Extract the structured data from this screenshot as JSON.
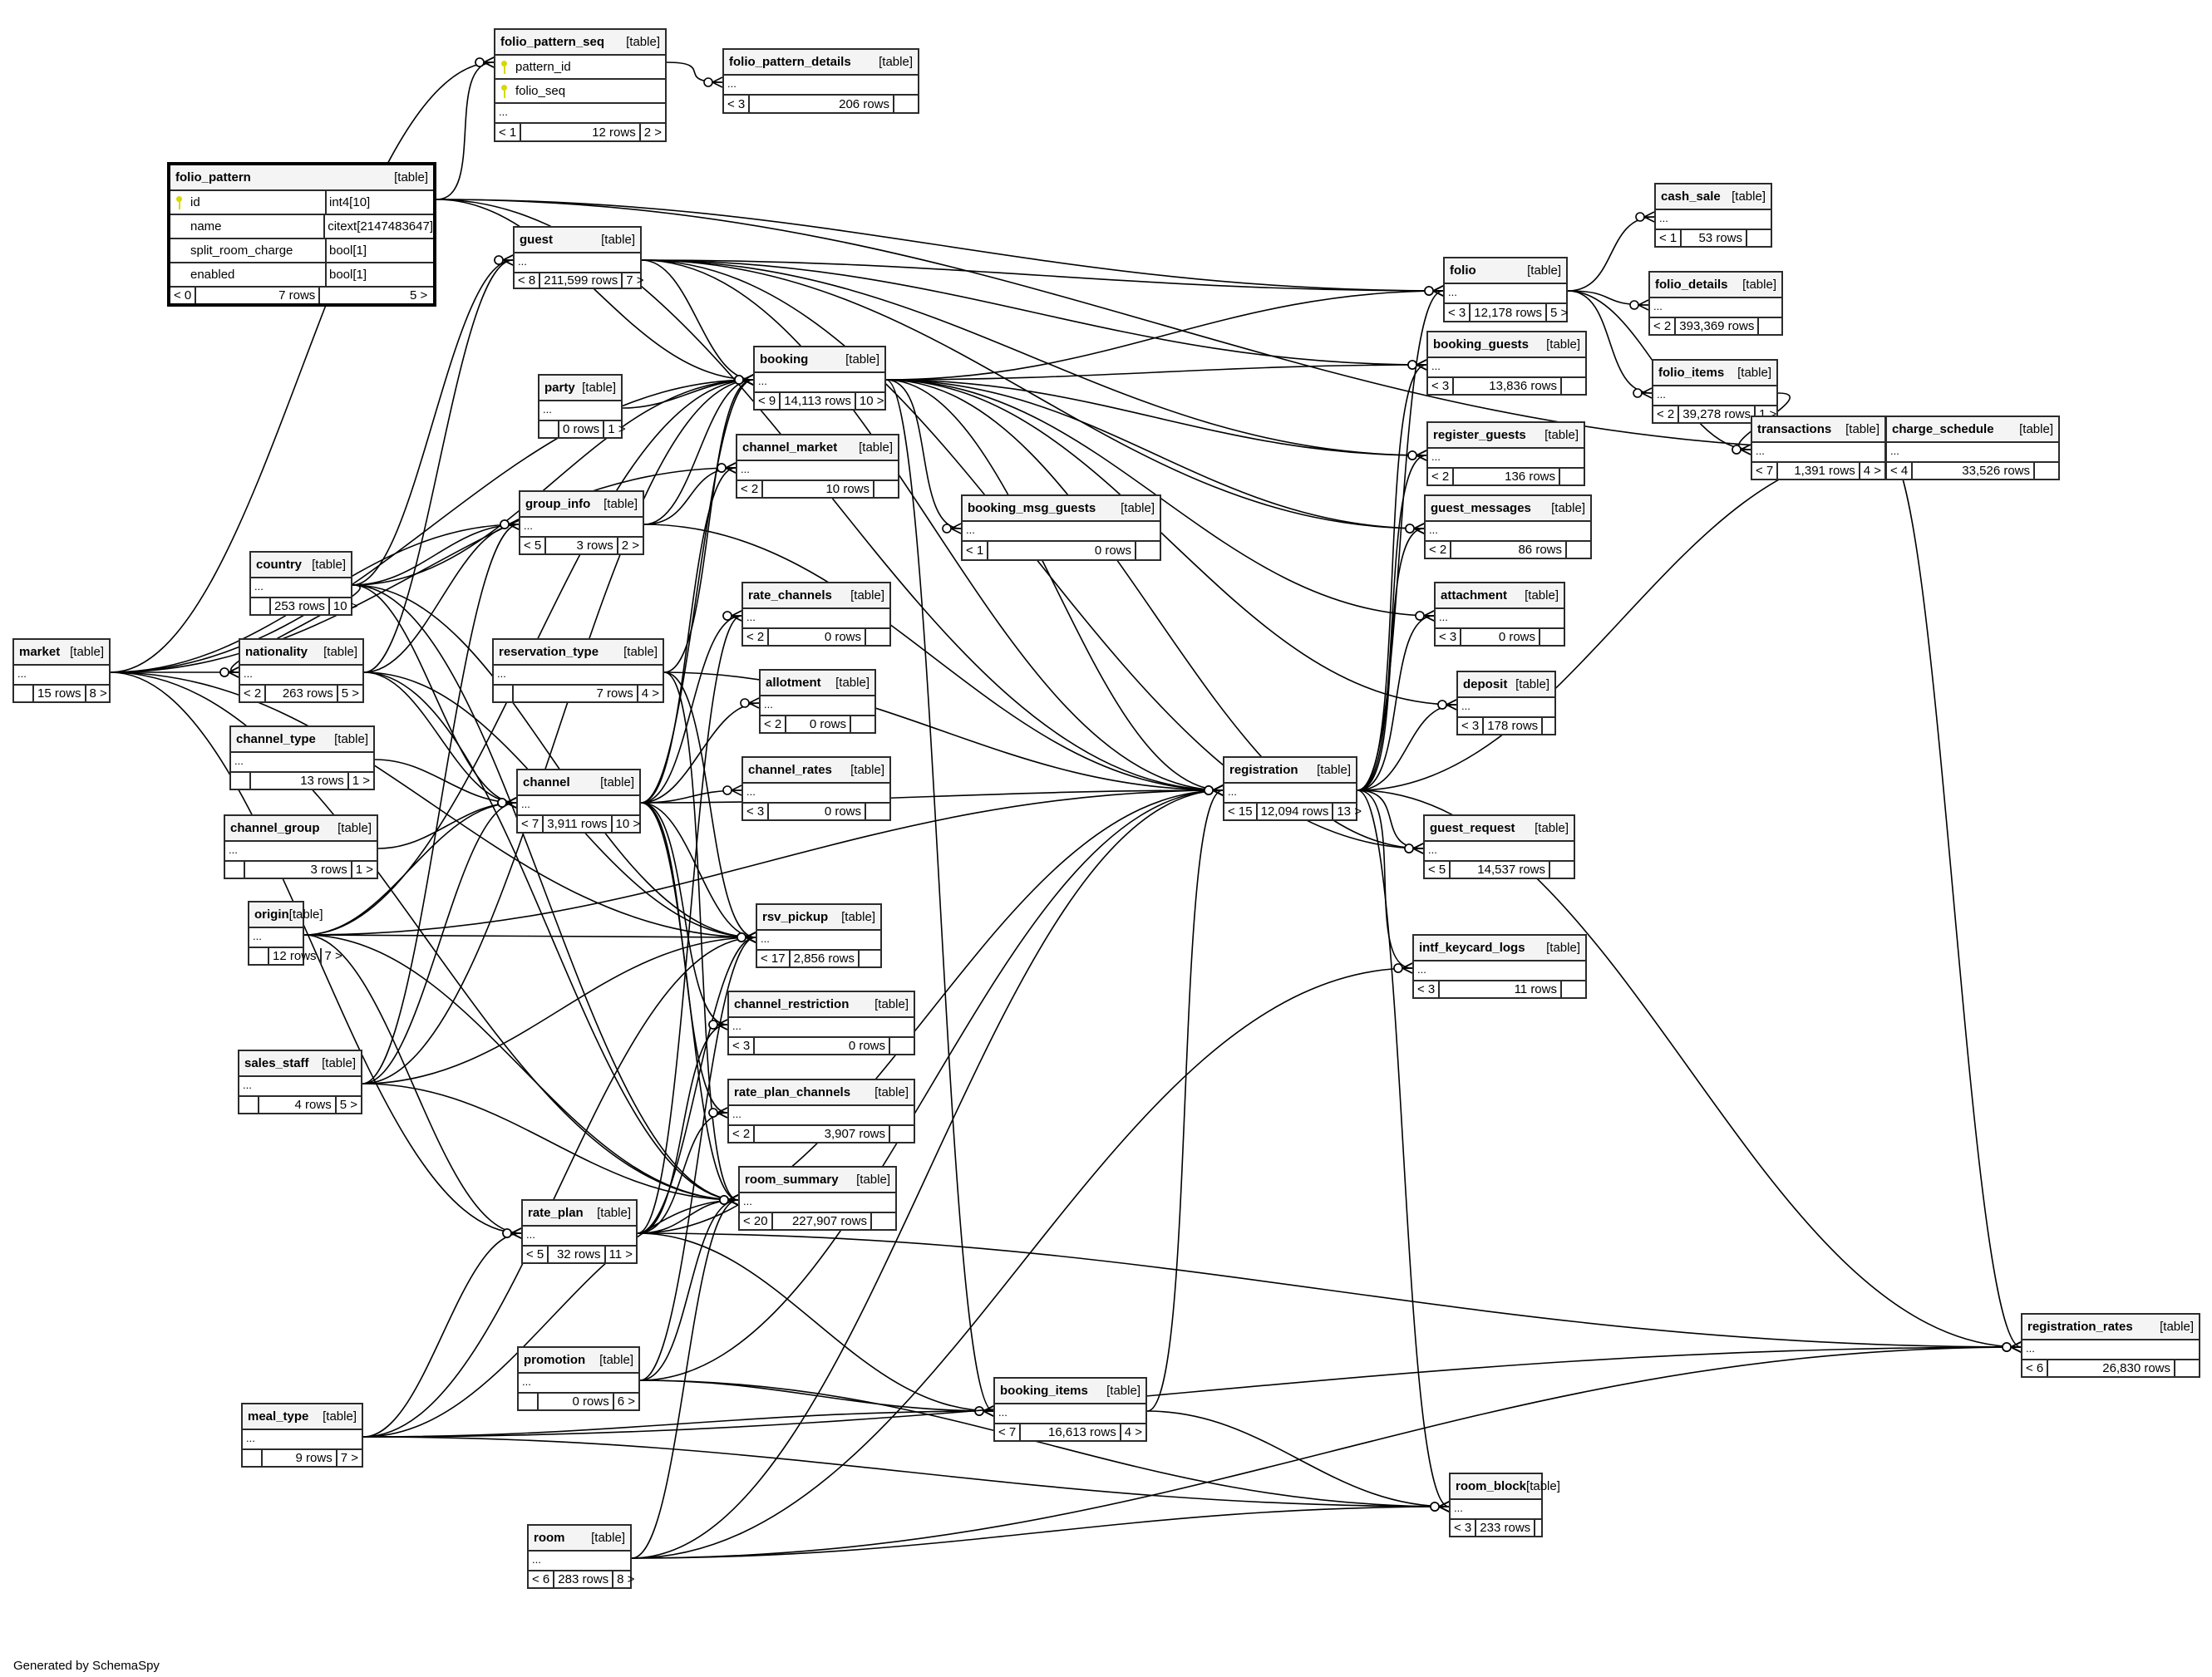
{
  "footer": "Generated by SchemaSpy",
  "colors": {
    "key_icon": "#d8d800",
    "header_bg": "#f4f4f4",
    "border": "#2b2b2b"
  },
  "tables": [
    {
      "id": "folio_pattern_seq",
      "name": "folio_pattern_seq",
      "kind": "[table]",
      "columns": [
        {
          "name": "pattern_id",
          "type": "",
          "pk": true
        },
        {
          "name": "folio_seq",
          "type": "",
          "pk": true
        }
      ],
      "ellipsis": "...",
      "parents": "< 1",
      "rows": "12 rows",
      "children": "2 >"
    },
    {
      "id": "folio_pattern_details",
      "name": "folio_pattern_details",
      "kind": "[table]",
      "ellipsis": "...",
      "parents": "< 3",
      "rows": "206 rows",
      "children": ""
    },
    {
      "id": "folio_pattern",
      "name": "folio_pattern",
      "kind": "[table]",
      "focus": true,
      "columns": [
        {
          "name": "id",
          "type": "int4[10]",
          "pk": true
        },
        {
          "name": "name",
          "type": "citext[2147483647]",
          "pk": false
        },
        {
          "name": "split_room_charge",
          "type": "bool[1]",
          "pk": false
        },
        {
          "name": "enabled",
          "type": "bool[1]",
          "pk": false
        }
      ],
      "parents": "< 0",
      "rows": "7 rows",
      "children": "5 >"
    },
    {
      "id": "guest",
      "name": "guest",
      "kind": "[table]",
      "ellipsis": "...",
      "parents": "< 8",
      "rows": "211,599 rows",
      "children": "7 >"
    },
    {
      "id": "party",
      "name": "party",
      "kind": "[table]",
      "ellipsis": "...",
      "parents": "",
      "rows": "0 rows",
      "children": "1 >"
    },
    {
      "id": "booking",
      "name": "booking",
      "kind": "[table]",
      "ellipsis": "...",
      "parents": "< 9",
      "rows": "14,113 rows",
      "children": "10 >"
    },
    {
      "id": "channel_market",
      "name": "channel_market",
      "kind": "[table]",
      "ellipsis": "...",
      "parents": "< 2",
      "rows": "10 rows",
      "children": ""
    },
    {
      "id": "group_info",
      "name": "group_info",
      "kind": "[table]",
      "ellipsis": "...",
      "parents": "< 5",
      "rows": "3 rows",
      "children": "2 >"
    },
    {
      "id": "booking_msg_guests",
      "name": "booking_msg_guests",
      "kind": "[table]",
      "ellipsis": "...",
      "parents": "< 1",
      "rows": "0 rows",
      "children": ""
    },
    {
      "id": "country",
      "name": "country",
      "kind": "[table]",
      "ellipsis": "...",
      "parents": "",
      "rows": "253 rows",
      "children": "10 >"
    },
    {
      "id": "rate_channels",
      "name": "rate_channels",
      "kind": "[table]",
      "ellipsis": "...",
      "parents": "< 2",
      "rows": "0 rows",
      "children": ""
    },
    {
      "id": "market",
      "name": "market",
      "kind": "[table]",
      "ellipsis": "...",
      "parents": "",
      "rows": "15 rows",
      "children": "8 >"
    },
    {
      "id": "nationality",
      "name": "nationality",
      "kind": "[table]",
      "ellipsis": "...",
      "parents": "< 2",
      "rows": "263 rows",
      "children": "5 >"
    },
    {
      "id": "reservation_type",
      "name": "reservation_type",
      "kind": "[table]",
      "ellipsis": "...",
      "parents": "",
      "rows": "7 rows",
      "children": "4 >"
    },
    {
      "id": "allotment",
      "name": "allotment",
      "kind": "[table]",
      "ellipsis": "...",
      "parents": "< 2",
      "rows": "0 rows",
      "children": ""
    },
    {
      "id": "channel_type",
      "name": "channel_type",
      "kind": "[table]",
      "ellipsis": "...",
      "parents": "",
      "rows": "13 rows",
      "children": "1 >"
    },
    {
      "id": "channel",
      "name": "channel",
      "kind": "[table]",
      "ellipsis": "...",
      "parents": "< 7",
      "rows": "3,911 rows",
      "children": "10 >"
    },
    {
      "id": "channel_rates",
      "name": "channel_rates",
      "kind": "[table]",
      "ellipsis": "...",
      "parents": "< 3",
      "rows": "0 rows",
      "children": ""
    },
    {
      "id": "channel_group",
      "name": "channel_group",
      "kind": "[table]",
      "ellipsis": "...",
      "parents": "",
      "rows": "3 rows",
      "children": "1 >"
    },
    {
      "id": "origin",
      "name": "origin",
      "kind": "[table]",
      "ellipsis": "...",
      "parents": "",
      "rows": "12 rows",
      "children": "7 >"
    },
    {
      "id": "rsv_pickup",
      "name": "rsv_pickup",
      "kind": "[table]",
      "ellipsis": "...",
      "parents": "< 17",
      "rows": "2,856 rows",
      "children": ""
    },
    {
      "id": "channel_restriction",
      "name": "channel_restriction",
      "kind": "[table]",
      "ellipsis": "...",
      "parents": "< 3",
      "rows": "0 rows",
      "children": ""
    },
    {
      "id": "sales_staff",
      "name": "sales_staff",
      "kind": "[table]",
      "ellipsis": "...",
      "parents": "",
      "rows": "4 rows",
      "children": "5 >"
    },
    {
      "id": "rate_plan_channels",
      "name": "rate_plan_channels",
      "kind": "[table]",
      "ellipsis": "...",
      "parents": "< 2",
      "rows": "3,907 rows",
      "children": ""
    },
    {
      "id": "room_summary",
      "name": "room_summary",
      "kind": "[table]",
      "ellipsis": "...",
      "parents": "< 20",
      "rows": "227,907 rows",
      "children": ""
    },
    {
      "id": "rate_plan",
      "name": "rate_plan",
      "kind": "[table]",
      "ellipsis": "...",
      "parents": "< 5",
      "rows": "32 rows",
      "children": "11 >"
    },
    {
      "id": "promotion",
      "name": "promotion",
      "kind": "[table]",
      "ellipsis": "...",
      "parents": "",
      "rows": "0 rows",
      "children": "6 >"
    },
    {
      "id": "meal_type",
      "name": "meal_type",
      "kind": "[table]",
      "ellipsis": "...",
      "parents": "",
      "rows": "9 rows",
      "children": "7 >"
    },
    {
      "id": "booking_items",
      "name": "booking_items",
      "kind": "[table]",
      "ellipsis": "...",
      "parents": "< 7",
      "rows": "16,613 rows",
      "children": "4 >"
    },
    {
      "id": "room",
      "name": "room",
      "kind": "[table]",
      "ellipsis": "...",
      "parents": "< 6",
      "rows": "283 rows",
      "children": "8 >"
    },
    {
      "id": "registration",
      "name": "registration",
      "kind": "[table]",
      "ellipsis": "...",
      "parents": "< 15",
      "rows": "12,094 rows",
      "children": "13 >"
    },
    {
      "id": "folio",
      "name": "folio",
      "kind": "[table]",
      "ellipsis": "...",
      "parents": "< 3",
      "rows": "12,178 rows",
      "children": "5 >"
    },
    {
      "id": "cash_sale",
      "name": "cash_sale",
      "kind": "[table]",
      "ellipsis": "...",
      "parents": "< 1",
      "rows": "53 rows",
      "children": ""
    },
    {
      "id": "folio_details",
      "name": "folio_details",
      "kind": "[table]",
      "ellipsis": "...",
      "parents": "< 2",
      "rows": "393,369 rows",
      "children": ""
    },
    {
      "id": "booking_guests",
      "name": "booking_guests",
      "kind": "[table]",
      "ellipsis": "...",
      "parents": "< 3",
      "rows": "13,836 rows",
      "children": ""
    },
    {
      "id": "folio_items",
      "name": "folio_items",
      "kind": "[table]",
      "ellipsis": "...",
      "parents": "< 2",
      "rows": "39,278 rows",
      "children": "1 >"
    },
    {
      "id": "transactions",
      "name": "transactions",
      "kind": "[table]",
      "ellipsis": "...",
      "parents": "< 7",
      "rows": "1,391 rows",
      "children": "4 >"
    },
    {
      "id": "charge_schedule",
      "name": "charge_schedule",
      "kind": "[table]",
      "ellipsis": "...",
      "parents": "< 4",
      "rows": "33,526 rows",
      "children": ""
    },
    {
      "id": "register_guests",
      "name": "register_guests",
      "kind": "[table]",
      "ellipsis": "...",
      "parents": "< 2",
      "rows": "136 rows",
      "children": ""
    },
    {
      "id": "guest_messages",
      "name": "guest_messages",
      "kind": "[table]",
      "ellipsis": "...",
      "parents": "< 2",
      "rows": "86 rows",
      "children": ""
    },
    {
      "id": "attachment",
      "name": "attachment",
      "kind": "[table]",
      "ellipsis": "...",
      "parents": "< 3",
      "rows": "0 rows",
      "children": ""
    },
    {
      "id": "deposit",
      "name": "deposit",
      "kind": "[table]",
      "ellipsis": "...",
      "parents": "< 3",
      "rows": "178 rows",
      "children": ""
    },
    {
      "id": "guest_request",
      "name": "guest_request",
      "kind": "[table]",
      "ellipsis": "...",
      "parents": "< 5",
      "rows": "14,537 rows",
      "children": ""
    },
    {
      "id": "intf_keycard_logs",
      "name": "intf_keycard_logs",
      "kind": "[table]",
      "ellipsis": "...",
      "parents": "< 3",
      "rows": "11 rows",
      "children": ""
    },
    {
      "id": "room_block",
      "name": "room_block",
      "kind": "[table]",
      "ellipsis": "...",
      "parents": "< 3",
      "rows": "233 rows",
      "children": ""
    },
    {
      "id": "registration_rates",
      "name": "registration_rates",
      "kind": "[table]",
      "ellipsis": "...",
      "parents": "< 6",
      "rows": "26,830 rows",
      "children": ""
    }
  ],
  "relationships": [
    [
      "folio_pattern",
      "folio_pattern_seq"
    ],
    [
      "folio_pattern_seq",
      "folio_pattern_details"
    ],
    [
      "folio_pattern",
      "booking"
    ],
    [
      "folio_pattern",
      "folio"
    ],
    [
      "folio_pattern",
      "registration"
    ],
    [
      "folio_pattern",
      "charge_schedule"
    ],
    [
      "guest",
      "booking"
    ],
    [
      "guest",
      "booking_guests"
    ],
    [
      "guest",
      "register_guests"
    ],
    [
      "guest",
      "registration"
    ],
    [
      "guest",
      "guest_messages"
    ],
    [
      "guest",
      "folio"
    ],
    [
      "guest",
      "guest_request"
    ],
    [
      "party",
      "booking"
    ],
    [
      "market",
      "booking"
    ],
    [
      "market",
      "channel_market"
    ],
    [
      "market",
      "nationality"
    ],
    [
      "market",
      "rsv_pickup"
    ],
    [
      "market",
      "room_summary"
    ],
    [
      "market",
      "rate_plan"
    ],
    [
      "market",
      "group_info"
    ],
    [
      "market",
      "folio_pattern_seq"
    ],
    [
      "booking",
      "booking_guests"
    ],
    [
      "booking",
      "registration"
    ],
    [
      "booking",
      "booking_msg_guests"
    ],
    [
      "booking",
      "booking_items"
    ],
    [
      "booking",
      "folio"
    ],
    [
      "booking",
      "guest_messages"
    ],
    [
      "booking",
      "attachment"
    ],
    [
      "booking",
      "deposit"
    ],
    [
      "booking",
      "register_guests"
    ],
    [
      "booking",
      "guest_request"
    ],
    [
      "country",
      "guest"
    ],
    [
      "country",
      "booking"
    ],
    [
      "country",
      "channel"
    ],
    [
      "country",
      "rsv_pickup"
    ],
    [
      "country",
      "room_summary"
    ],
    [
      "country",
      "group_info"
    ],
    [
      "country",
      "nationality"
    ],
    [
      "nationality",
      "guest"
    ],
    [
      "nationality",
      "channel"
    ],
    [
      "nationality",
      "rsv_pickup"
    ],
    [
      "nationality",
      "room_summary"
    ],
    [
      "nationality",
      "group_info"
    ],
    [
      "reservation_type",
      "booking"
    ],
    [
      "reservation_type",
      "rsv_pickup"
    ],
    [
      "reservation_type",
      "room_summary"
    ],
    [
      "reservation_type",
      "registration"
    ],
    [
      "channel_type",
      "channel"
    ],
    [
      "channel_group",
      "channel"
    ],
    [
      "channel",
      "booking"
    ],
    [
      "channel",
      "rate_channels"
    ],
    [
      "channel",
      "allotment"
    ],
    [
      "channel",
      "channel_rates"
    ],
    [
      "channel",
      "channel_market"
    ],
    [
      "channel",
      "rsv_pickup"
    ],
    [
      "channel",
      "channel_restriction"
    ],
    [
      "channel",
      "rate_plan_channels"
    ],
    [
      "channel",
      "room_summary"
    ],
    [
      "channel",
      "registration"
    ],
    [
      "origin",
      "channel"
    ],
    [
      "origin",
      "rsv_pickup"
    ],
    [
      "origin",
      "room_summary"
    ],
    [
      "origin",
      "booking"
    ],
    [
      "origin",
      "rate_plan"
    ],
    [
      "origin",
      "registration"
    ],
    [
      "sales_staff",
      "booking"
    ],
    [
      "sales_staff",
      "rsv_pickup"
    ],
    [
      "sales_staff",
      "room_summary"
    ],
    [
      "sales_staff",
      "group_info"
    ],
    [
      "sales_staff",
      "channel"
    ],
    [
      "rate_plan",
      "rsv_pickup"
    ],
    [
      "rate_plan",
      "room_summary"
    ],
    [
      "rate_plan",
      "registration"
    ],
    [
      "rate_plan",
      "booking_items"
    ],
    [
      "rate_plan",
      "registration_rates"
    ],
    [
      "rate_plan",
      "channel_restriction"
    ],
    [
      "rate_plan",
      "rate_plan_channels"
    ],
    [
      "rate_plan",
      "rate_channels"
    ],
    [
      "promotion",
      "booking_items"
    ],
    [
      "promotion",
      "registration"
    ],
    [
      "promotion",
      "room_summary"
    ],
    [
      "promotion",
      "rsv_pickup"
    ],
    [
      "promotion",
      "room_block"
    ],
    [
      "meal_type",
      "booking_items"
    ],
    [
      "meal_type",
      "rate_plan"
    ],
    [
      "meal_type",
      "rsv_pickup"
    ],
    [
      "meal_type",
      "room_summary"
    ],
    [
      "meal_type",
      "registration_rates"
    ],
    [
      "meal_type",
      "room_block"
    ],
    [
      "room",
      "registration"
    ],
    [
      "room",
      "room_summary"
    ],
    [
      "room",
      "intf_keycard_logs"
    ],
    [
      "room",
      "room_block"
    ],
    [
      "room",
      "registration_rates"
    ],
    [
      "booking_items",
      "registration"
    ],
    [
      "booking_items",
      "room_block"
    ],
    [
      "registration",
      "folio"
    ],
    [
      "registration",
      "booking_guests"
    ],
    [
      "registration",
      "register_guests"
    ],
    [
      "registration",
      "guest_messages"
    ],
    [
      "registration",
      "attachment"
    ],
    [
      "registration",
      "deposit"
    ],
    [
      "registration",
      "guest_request"
    ],
    [
      "registration",
      "intf_keycard_logs"
    ],
    [
      "registration",
      "registration_rates"
    ],
    [
      "registration",
      "charge_schedule"
    ],
    [
      "registration",
      "room_block"
    ],
    [
      "folio",
      "cash_sale"
    ],
    [
      "folio",
      "folio_details"
    ],
    [
      "folio",
      "folio_items"
    ],
    [
      "folio",
      "transactions"
    ],
    [
      "folio_items",
      "transactions"
    ],
    [
      "transactions",
      "charge_schedule"
    ],
    [
      "transactions",
      "registration_rates"
    ],
    [
      "group_info",
      "channel_market"
    ],
    [
      "group_info",
      "booking"
    ],
    [
      "group_info",
      "registration"
    ]
  ]
}
